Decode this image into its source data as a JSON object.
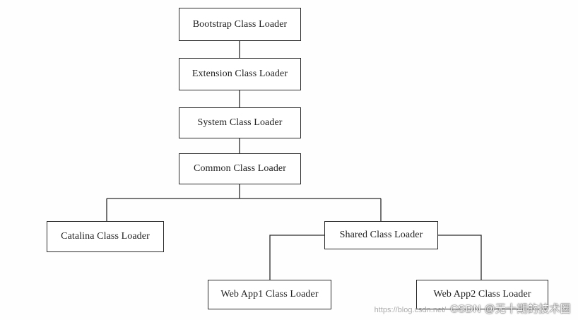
{
  "diagram": {
    "nodes": {
      "bootstrap": "Bootstrap Class Loader",
      "extension": "Extension Class Loader",
      "system": "System Class Loader",
      "common": "Common Class Loader",
      "catalina": "Catalina Class Loader",
      "shared": "Shared Class Loader",
      "webapp1": "Web App1 Class Loader",
      "webapp2": "Web App2 Class Loader"
    },
    "edges": [
      [
        "bootstrap",
        "extension"
      ],
      [
        "extension",
        "system"
      ],
      [
        "system",
        "common"
      ],
      [
        "common",
        "catalina"
      ],
      [
        "common",
        "shared"
      ],
      [
        "shared",
        "webapp1"
      ],
      [
        "shared",
        "webapp2"
      ]
    ]
  },
  "watermark": {
    "url": "https://blog.csdn.net/",
    "brand": "CSDN @无十期的技术圈"
  },
  "colors": {
    "line": "#2b2b2b",
    "box_border": "#2b2b2b",
    "background": "#fefefe"
  }
}
